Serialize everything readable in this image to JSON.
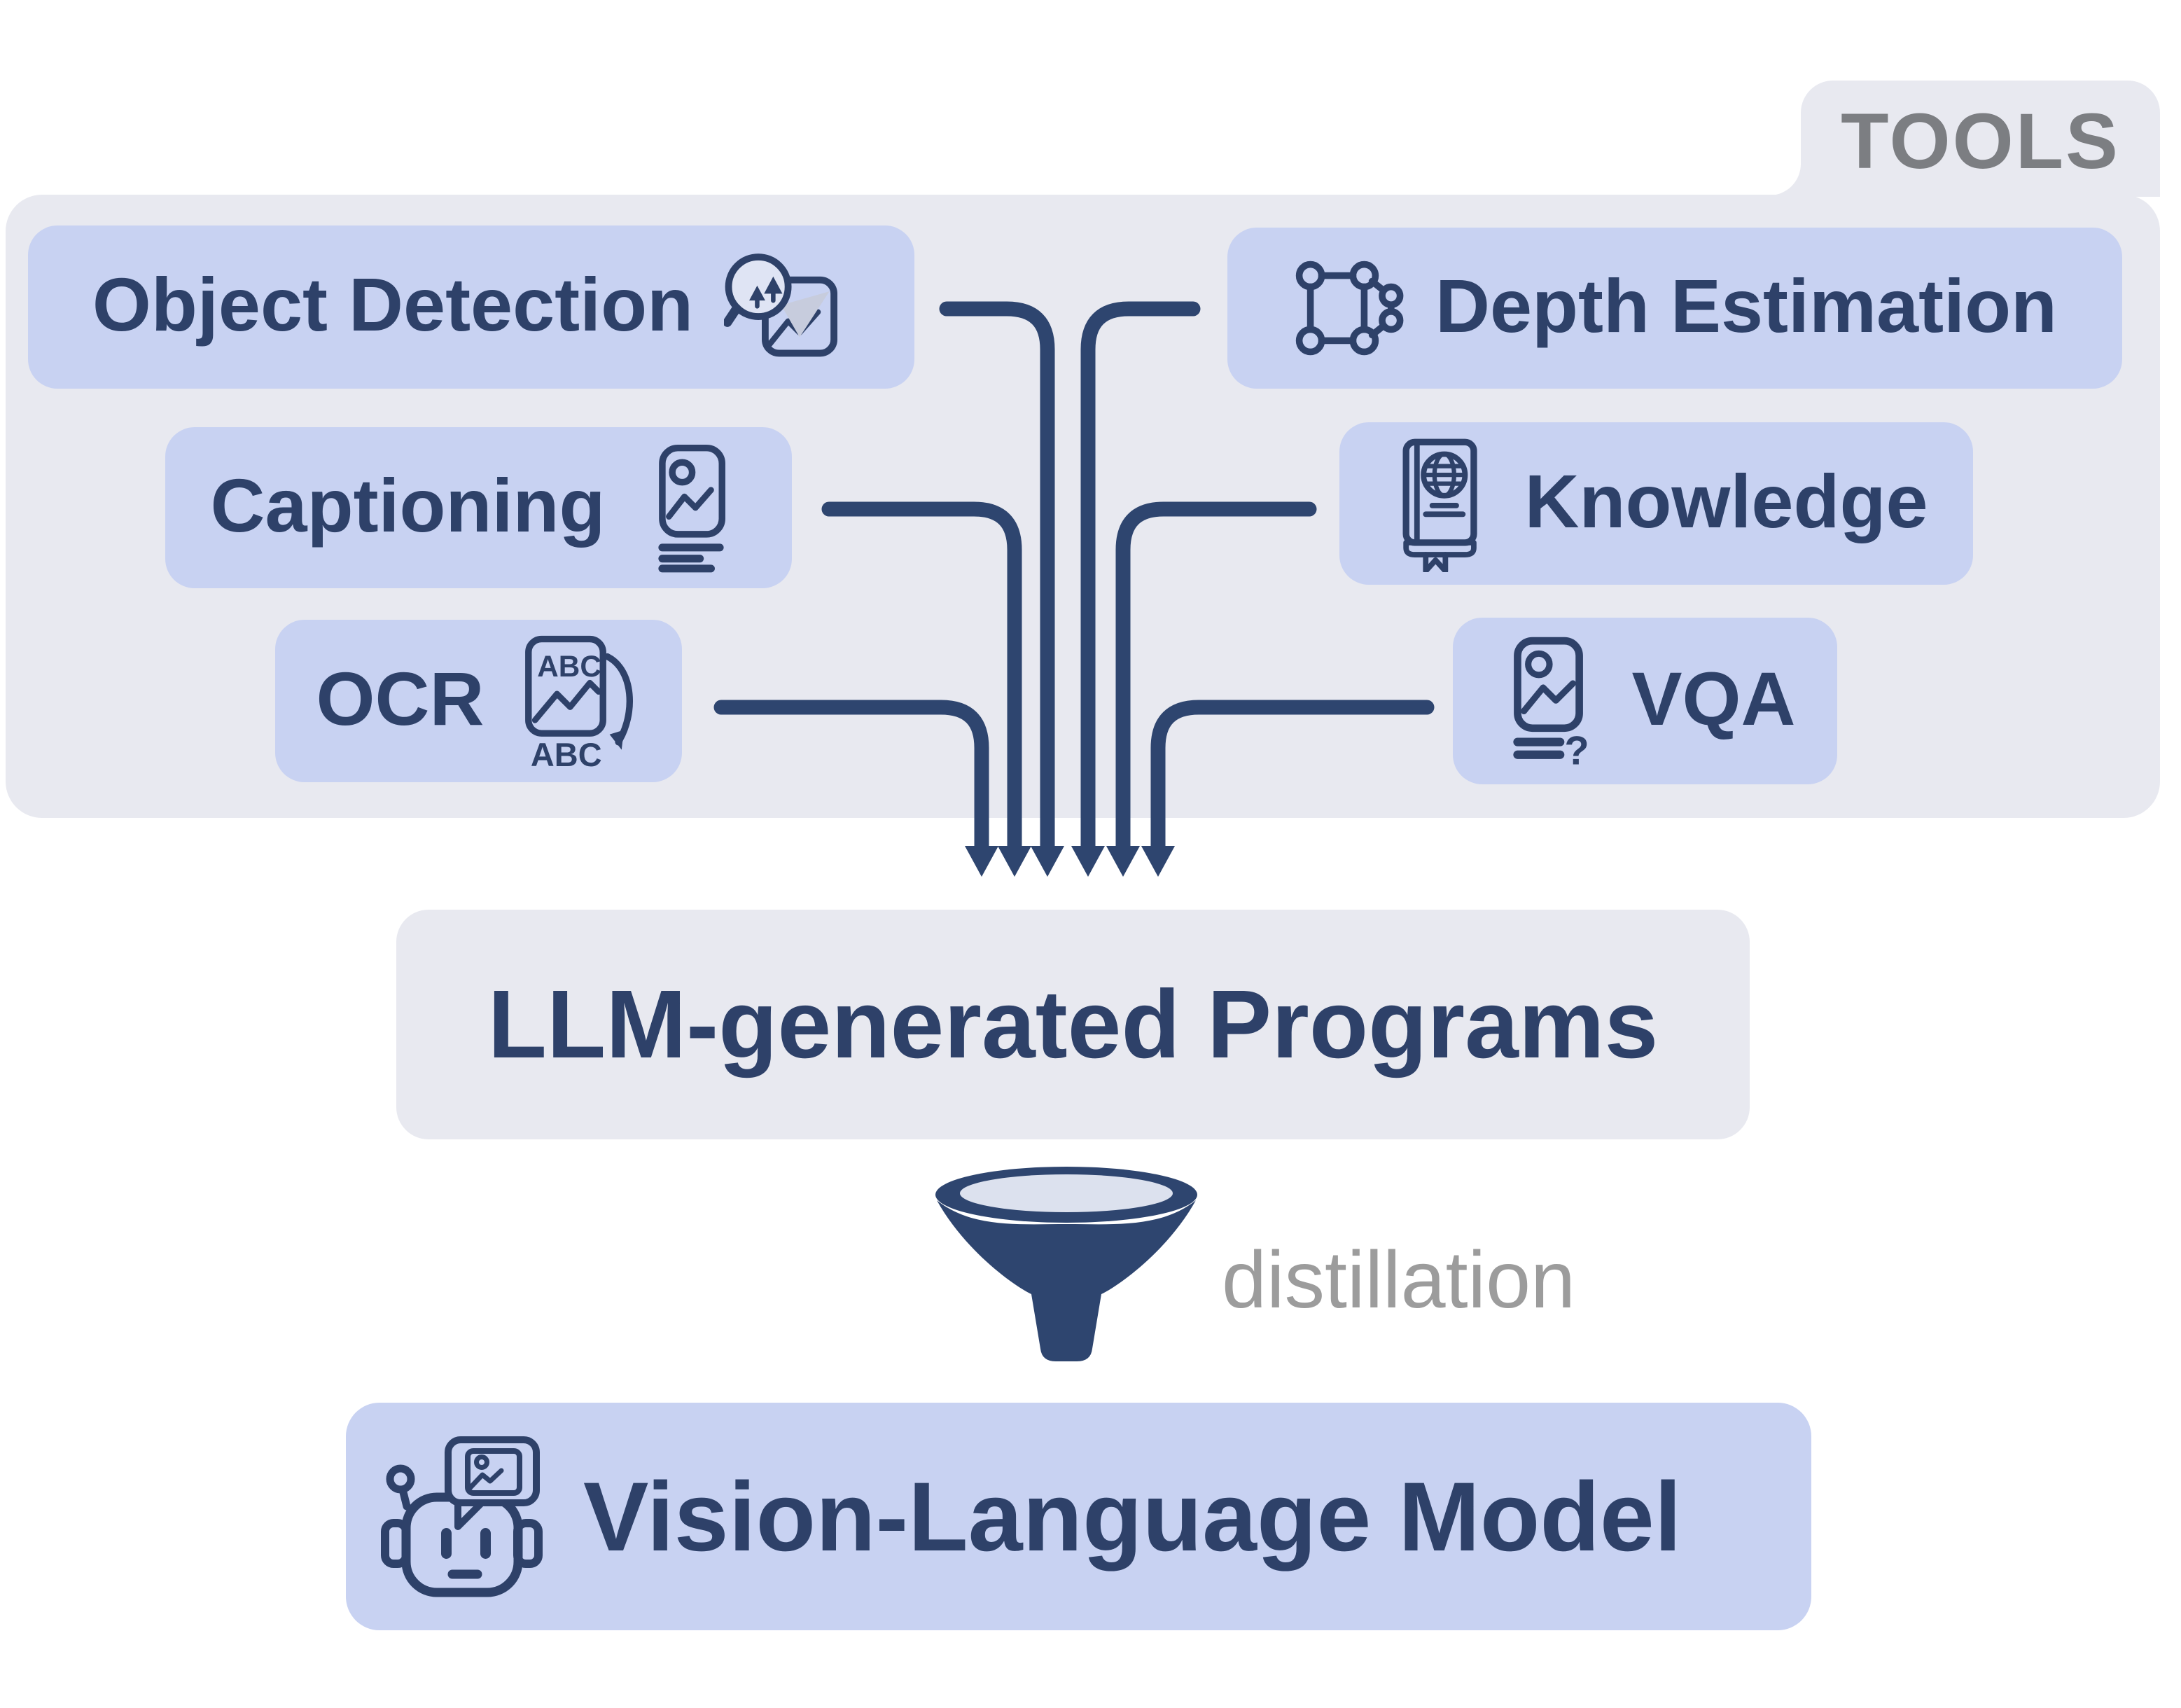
{
  "colors": {
    "background": "#ffffff",
    "panel_gray": "#e8e9f0",
    "pill_blue": "#c8d2f2",
    "navy_text": "#2e4169",
    "navy_line": "#2e456f",
    "tools_title_gray": "#7c7e82",
    "distillation_gray": "#9c9c9c",
    "funnel_inner_gray": "#dce1ee"
  },
  "tools_panel": {
    "title": "TOOLS",
    "tools": [
      {
        "id": "object-detection",
        "label": "Object Detection",
        "icon": "object-detection-icon",
        "icon_side": "right"
      },
      {
        "id": "captioning",
        "label": "Captioning",
        "icon": "captioning-icon",
        "icon_side": "right"
      },
      {
        "id": "ocr",
        "label": "OCR",
        "icon": "ocr-icon",
        "icon_side": "right"
      },
      {
        "id": "depth-estimation",
        "label": "Depth Estimation",
        "icon": "depth-estimation-icon",
        "icon_side": "left"
      },
      {
        "id": "knowledge",
        "label": "Knowledge",
        "icon": "knowledge-icon",
        "icon_side": "left"
      },
      {
        "id": "vqa",
        "label": "VQA",
        "icon": "vqa-icon",
        "icon_side": "left"
      }
    ]
  },
  "flow": {
    "programs_label": "LLM-generated Programs",
    "distillation_label": "distillation",
    "vlm_label": "Vision-Language Model"
  },
  "icon_text": {
    "ocr_top": "ABC",
    "ocr_bottom": "ABC",
    "vqa_question": "?"
  }
}
